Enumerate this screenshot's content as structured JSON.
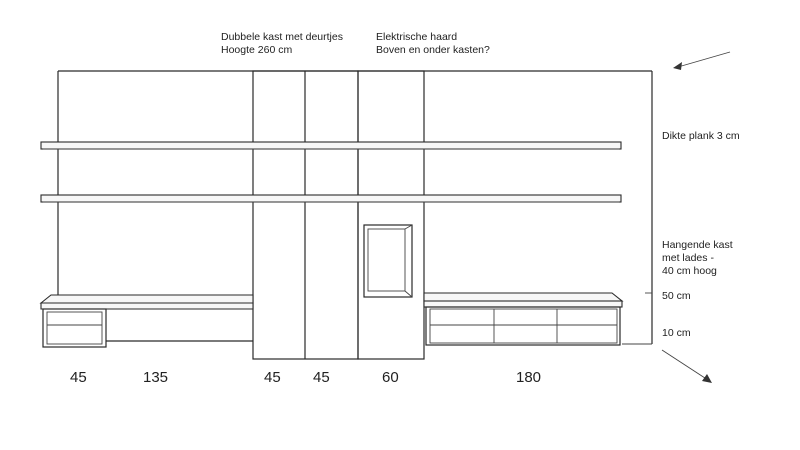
{
  "annotations": {
    "double_cabinet_line1": "Dubbele kast met deurtjes",
    "double_cabinet_line2": "Hoogte 260 cm",
    "fireplace_line1": "Elektrische haard",
    "fireplace_line2": "Boven en onder kasten?",
    "shelf_thickness": "Dikte plank 3 cm",
    "hanging_line1": "Hangende kast",
    "hanging_line2": "met lades -",
    "hanging_line3": "40 cm hoog",
    "height_50": "50 cm",
    "height_10": "10 cm"
  },
  "widths": {
    "w1": "45",
    "w2": "135",
    "w3": "45",
    "w4": "45",
    "w5": "60",
    "w6": "180"
  }
}
